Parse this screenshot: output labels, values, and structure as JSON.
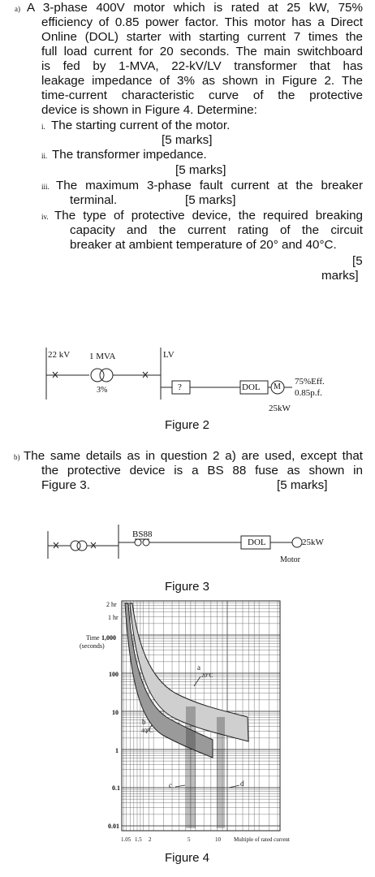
{
  "qa": {
    "label": "a)",
    "lines": [
      "A 3-phase 400V motor which is rated at 25 kW, 75%",
      "efficiency of 0.85 power factor. This motor has a Direct",
      "Online (DOL) starter with starting current 7 times the",
      "full load current for 20 seconds. The main switchboard",
      "is fed by 1-MVA, 22-kV/LV transformer that has",
      "leakage impedance of 3% as shown in Figure 2. The",
      "time-current characteristic curve of the protective",
      "device is shown in Figure 4. Determine:"
    ],
    "items": [
      {
        "num": "i.",
        "text": "The starting current of the motor.",
        "marks": "[5 marks]"
      },
      {
        "num": "ii.",
        "text": "The transformer impedance.",
        "marks": "[5 marks]"
      },
      {
        "num": "iii.",
        "line1": "The maximum 3-phase fault current at the breaker",
        "line2": "terminal.",
        "marks": "[5 marks]"
      },
      {
        "num": "iv.",
        "line1": "The type of protective device, the required breaking",
        "line2": "capacity and the current rating of the circuit",
        "line3": "breaker at ambient temperature of 20° and 40°C.",
        "marks_a": "[5",
        "marks_b": "marks]"
      }
    ]
  },
  "fig2": {
    "hv_label": "22 kV",
    "tx_label": "1 MVA",
    "tx_pct": "3%",
    "lv_label": "LV",
    "unknown": "?",
    "dol": "DOL",
    "motor": "M",
    "eff": "75%Eff.",
    "pf": "0.85p.f.",
    "kw": "25kW",
    "caption": "Figure 2"
  },
  "qb": {
    "label": "b)",
    "lines": [
      "The same details as in question 2 a) are used, except that",
      "the protective device is a BS 88 fuse as shown in"
    ],
    "last": "Figure 3.",
    "marks": "[5 marks]"
  },
  "fig3": {
    "fuse": "BS88",
    "dol": "DOL",
    "kw": "25kW",
    "motor": "Motor",
    "caption": "Figure 3"
  },
  "fig4": {
    "y_title_1": "Time",
    "y_title_1b": "1,000",
    "y_title_2": "(seconds)",
    "y_ticks": [
      "2 hr",
      "1 hr",
      "100",
      "10",
      "1",
      "0.1",
      "0.01"
    ],
    "x_ticks": [
      "1.05",
      "1.5",
      "2",
      "5",
      "10"
    ],
    "x_title": "Multiple of rated current",
    "curve_a": "a",
    "curve_a_temp": "20°C",
    "curve_b": "b",
    "curve_b_temp": "40°C",
    "curve_c": "c",
    "curve_d": "d",
    "caption": "Figure 4"
  }
}
